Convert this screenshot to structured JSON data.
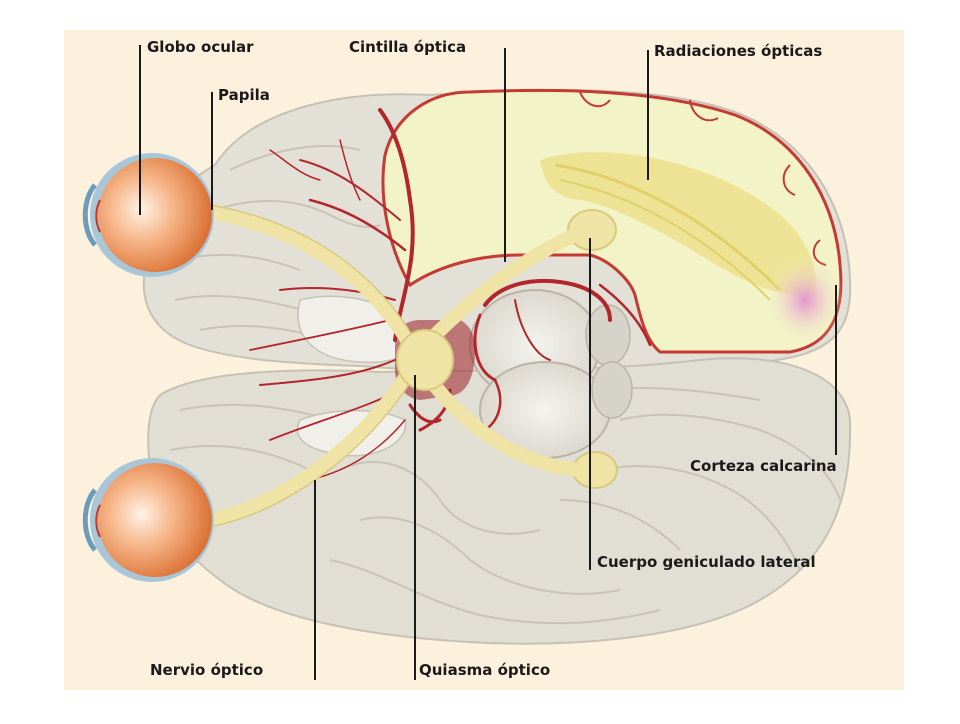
{
  "labels": {
    "globo_ocular": "Globo ocular",
    "papila": "Papila",
    "cintilla_optica": "Cintilla óptica",
    "radiaciones_opticas": "Radiaciones ópticas",
    "corteza_calcarina": "Corteza calcarina",
    "cuerpo_geniculado_lateral": "Cuerpo geniculado lateral",
    "nervio_optico": "Nervio óptico",
    "quiasma_optico": "Quiasma óptico"
  },
  "colors": {
    "page_background": "#ffffff",
    "panel_background": "#fbf1dc",
    "brain_tissue": "#e4e1d8",
    "brain_gyri_lines": "#c8c3b6",
    "white_matter": "#f3f3c8",
    "optic_radiation": "#ecdf8c",
    "visual_pathway": "#efe3a6",
    "artery": "#b3262b",
    "eye_orange": "#e88a4a",
    "eye_rim": "#a9c6d8",
    "calcarine_pink": "#e7a9d6",
    "leader_line": "#1a1a1a"
  }
}
